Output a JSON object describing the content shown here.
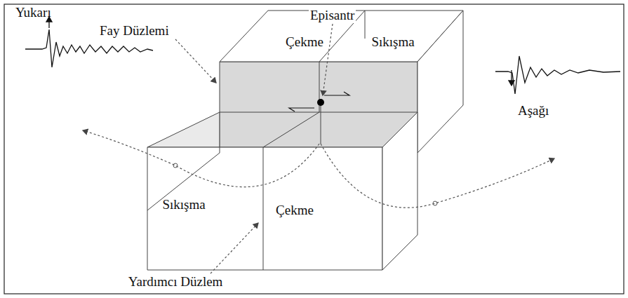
{
  "diagram": {
    "labels": [
      "Yukarı",
      "Fay Düzlemi",
      "Episantr",
      "Çekme",
      "Sıkışma",
      "Sıkışma",
      "Çekme",
      "Yardımcı Düzlem",
      "Aşağı"
    ]
  }
}
